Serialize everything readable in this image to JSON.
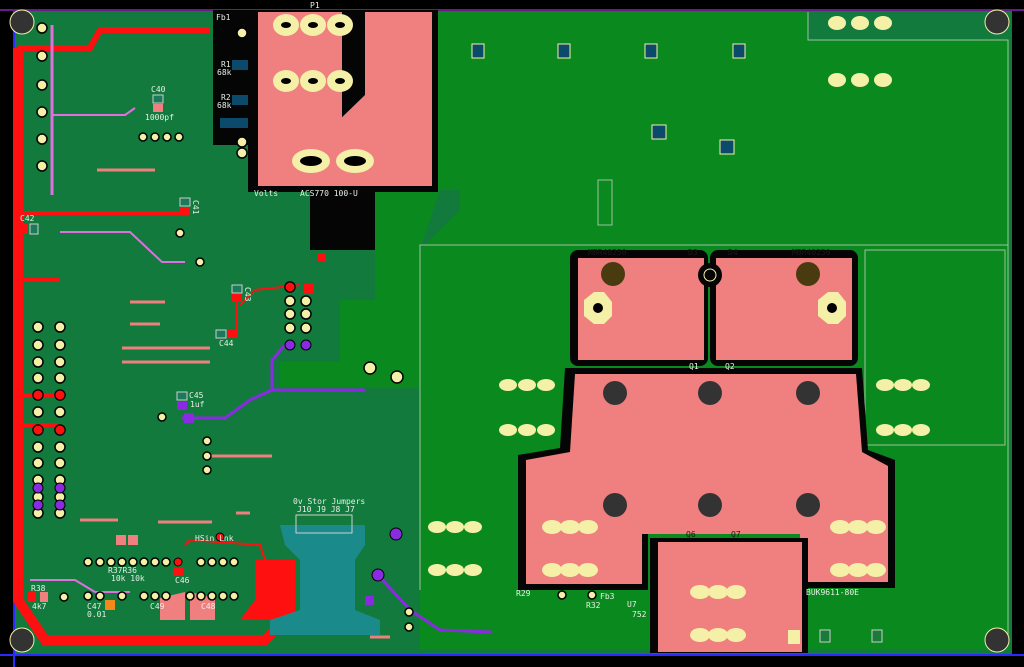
{
  "colors": {
    "board_left": "#117a3c",
    "board_right": "#0a8a1e",
    "copper_pour": "#f08080",
    "power_trace": "#ff1010",
    "signal_trace_pink": "#e070e0",
    "signal_trace_purple": "#8a2be2",
    "pad": "#f5f0a8",
    "jumper_area": "#1a8a8a",
    "board_edge": "#2a2aff",
    "background": "#000000"
  },
  "labels": {
    "p1": "P1",
    "fb1": "Fb1",
    "r1": "R1",
    "r1_val": "68k",
    "r2": "R2",
    "r2_val": "68k",
    "volts": "Volts",
    "acs": "ACS770 100-U",
    "c40": "C40",
    "c40_val": "1000pf",
    "c41": "C41",
    "c42": "C42",
    "c43": "C43",
    "c44": "C44",
    "c45": "C45",
    "c45_val": "1uf",
    "c46": "C46",
    "c47": "C47",
    "c47_val": "0.01",
    "c48": "C48",
    "c49": "C49",
    "r38": "R38",
    "r38_val": "4k7",
    "r37r36": "R37R36",
    "r37r36_val": "10k 10k",
    "hsin": "HSin Lnk",
    "jumpers": "0v Stor Jumpers",
    "jumper_ids": "J10 J9 J8 J7",
    "mbr_left": "MBR40250",
    "mbr_right": "MBR40250",
    "d3": "D3",
    "d4": "D4",
    "q1": "Q1",
    "q2": "Q2",
    "q6": "Q6",
    "q7": "Q7",
    "r29": "R29",
    "r32": "R32",
    "fb3": "Fb3",
    "u7": "U7",
    "u7_val": "752",
    "buk": "BUK9611-80E"
  }
}
